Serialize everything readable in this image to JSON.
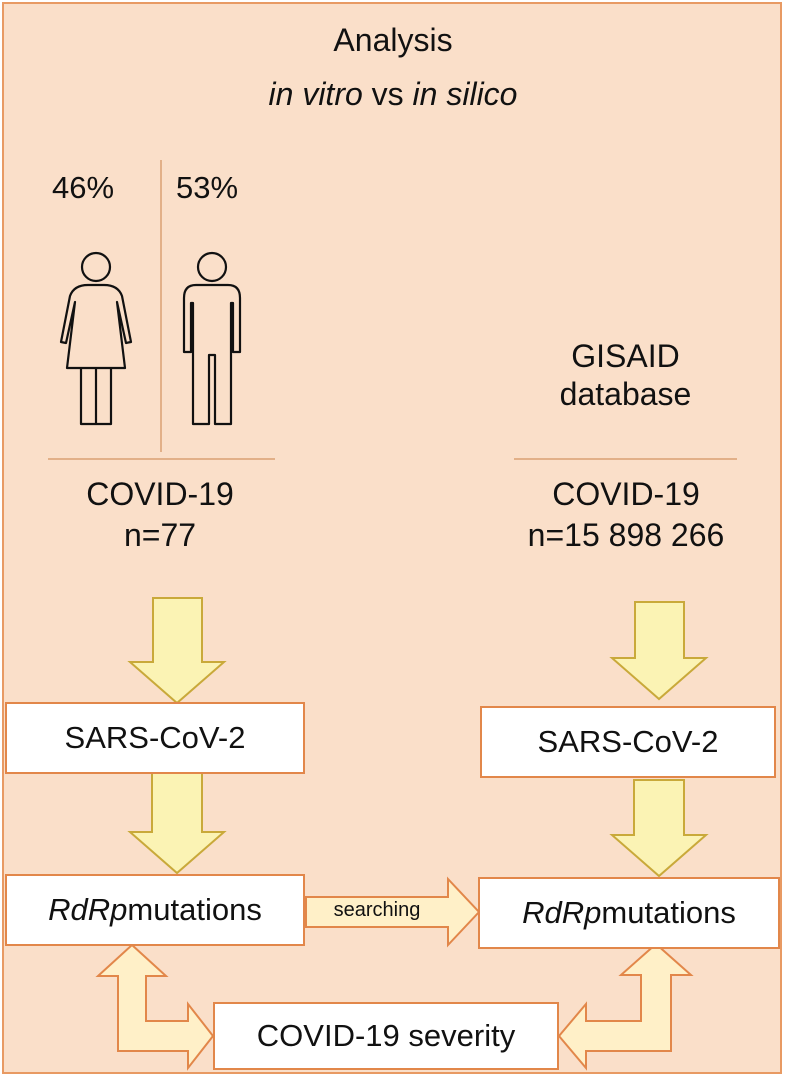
{
  "header": {
    "title": "Analysis",
    "subtitle_part1": "in vitro",
    "subtitle_mid": " vs ",
    "subtitle_part2": "in silico"
  },
  "left": {
    "female_pct": "46%",
    "male_pct": "53%",
    "group_label": "COVID-19",
    "group_count": "n=77",
    "virus_box": "SARS-CoV-2",
    "mutation_gene": "RdRp",
    "mutation_word": " mutations"
  },
  "right": {
    "source_line1": "GISAID",
    "source_line2": "database",
    "group_label": "COVID-19",
    "group_count": "n=15 898 266",
    "virus_box": "SARS-CoV-2",
    "mutation_gene": "RdRp",
    "mutation_word": " mutations"
  },
  "middle": {
    "searching_label": "searching",
    "severity_box": "COVID-19 severity"
  },
  "colors": {
    "background": "#fadfc9",
    "frame_border": "#e89a63",
    "box_border": "#e2874a",
    "yellow_arrow_fill": "#fbf3b4",
    "yellow_arrow_stroke": "#c9a93a",
    "orange_arrow_fill": "#fff0c8",
    "orange_arrow_stroke": "#e2874a",
    "divider_line": "#d9a073"
  },
  "icons": {
    "female": "female-person-icon",
    "male": "male-person-icon"
  }
}
